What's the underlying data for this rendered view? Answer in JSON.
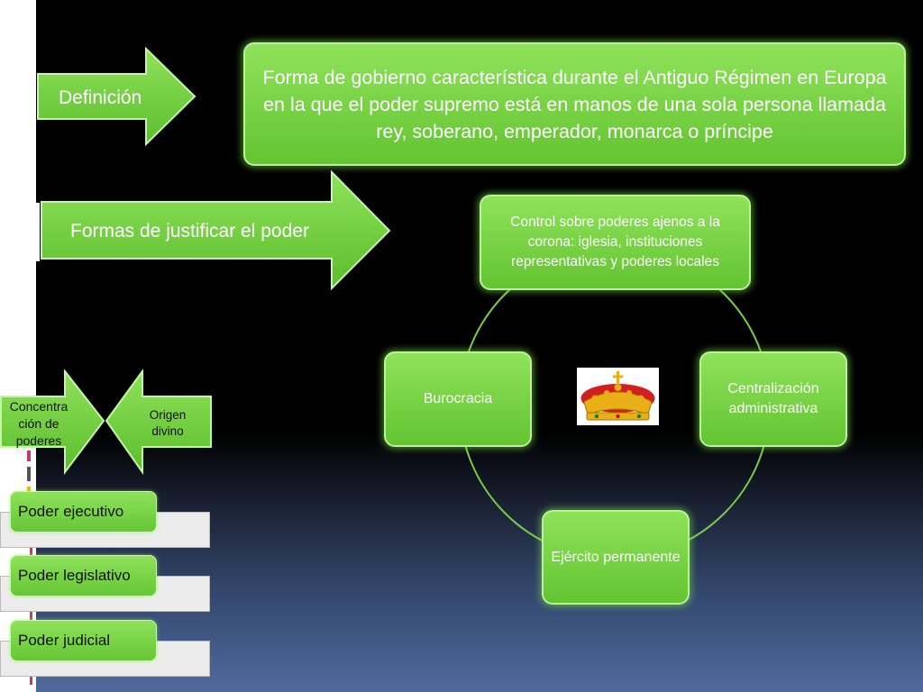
{
  "definition": {
    "label": "Definición",
    "text": "Forma de gobierno característica durante el Antiguo Régimen en Europa en la que el poder supremo está en manos de una sola persona llamada rey, soberano, emperador, monarca o príncipe"
  },
  "justification": {
    "label": "Formas de justificar el poder"
  },
  "cycle": {
    "top": "Control sobre poderes ajenos a la corona: iglesia, instituciones representativas y poderes locales",
    "right": "Centralización administrativa",
    "bottom": "Ejército permanente",
    "left": "Burocracia",
    "center_icon": "royal-crown-icon"
  },
  "arrows": {
    "left": "Concentra ción de poderes",
    "right": "Origen divino"
  },
  "powers": [
    "Poder ejecutivo",
    "Poder legislativo",
    "Poder judicial"
  ],
  "colors": {
    "green_fill": "#6ccb3a",
    "green_border": "#b8f39a",
    "background": "#000000",
    "bottom_gradient": "#4f6b9e"
  }
}
